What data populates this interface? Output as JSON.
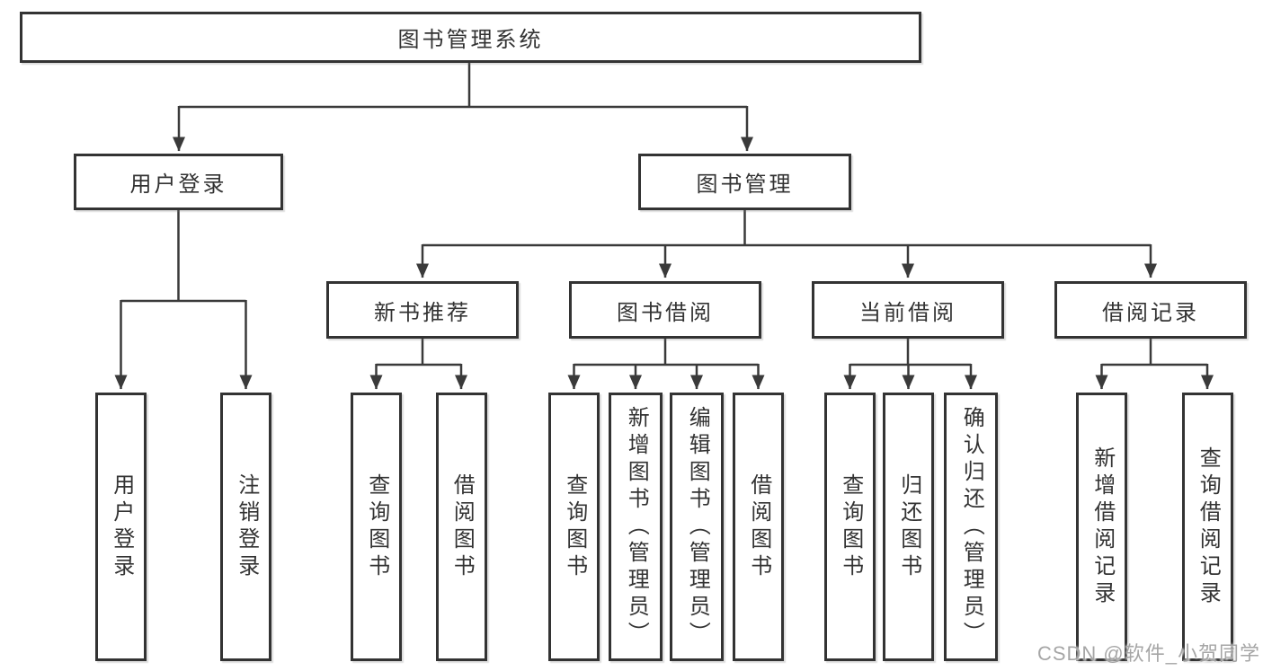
{
  "diagram_title": "图书管理系统",
  "tree": {
    "label": "图书管理系统",
    "children": [
      {
        "label": "用户登录",
        "children": [
          {
            "label": "用户登录"
          },
          {
            "label": "注销登录"
          }
        ]
      },
      {
        "label": "图书管理",
        "children": [
          {
            "label": "新书推荐",
            "children": [
              {
                "label": "查询图书"
              },
              {
                "label": "借阅图书"
              }
            ]
          },
          {
            "label": "图书借阅",
            "children": [
              {
                "label": "查询图书"
              },
              {
                "label": "新增图书（管理员）"
              },
              {
                "label": "编辑图书（管理员）"
              },
              {
                "label": "借阅图书"
              }
            ]
          },
          {
            "label": "当前借阅",
            "children": [
              {
                "label": "查询图书"
              },
              {
                "label": "归还图书"
              },
              {
                "label": "确认归还（管理员）"
              }
            ]
          },
          {
            "label": "借阅记录",
            "children": [
              {
                "label": "新增借阅记录"
              },
              {
                "label": "查询借阅记录"
              }
            ]
          }
        ]
      }
    ]
  },
  "watermark": {
    "text": "CSDN @软件_小贺同学"
  },
  "colors": {
    "line": "#3a3a3a",
    "box_border": "#333333",
    "box_background": "#ffffff",
    "text": "#333333",
    "watermark_text": "#9e9e9e",
    "background": "#ffffff"
  }
}
